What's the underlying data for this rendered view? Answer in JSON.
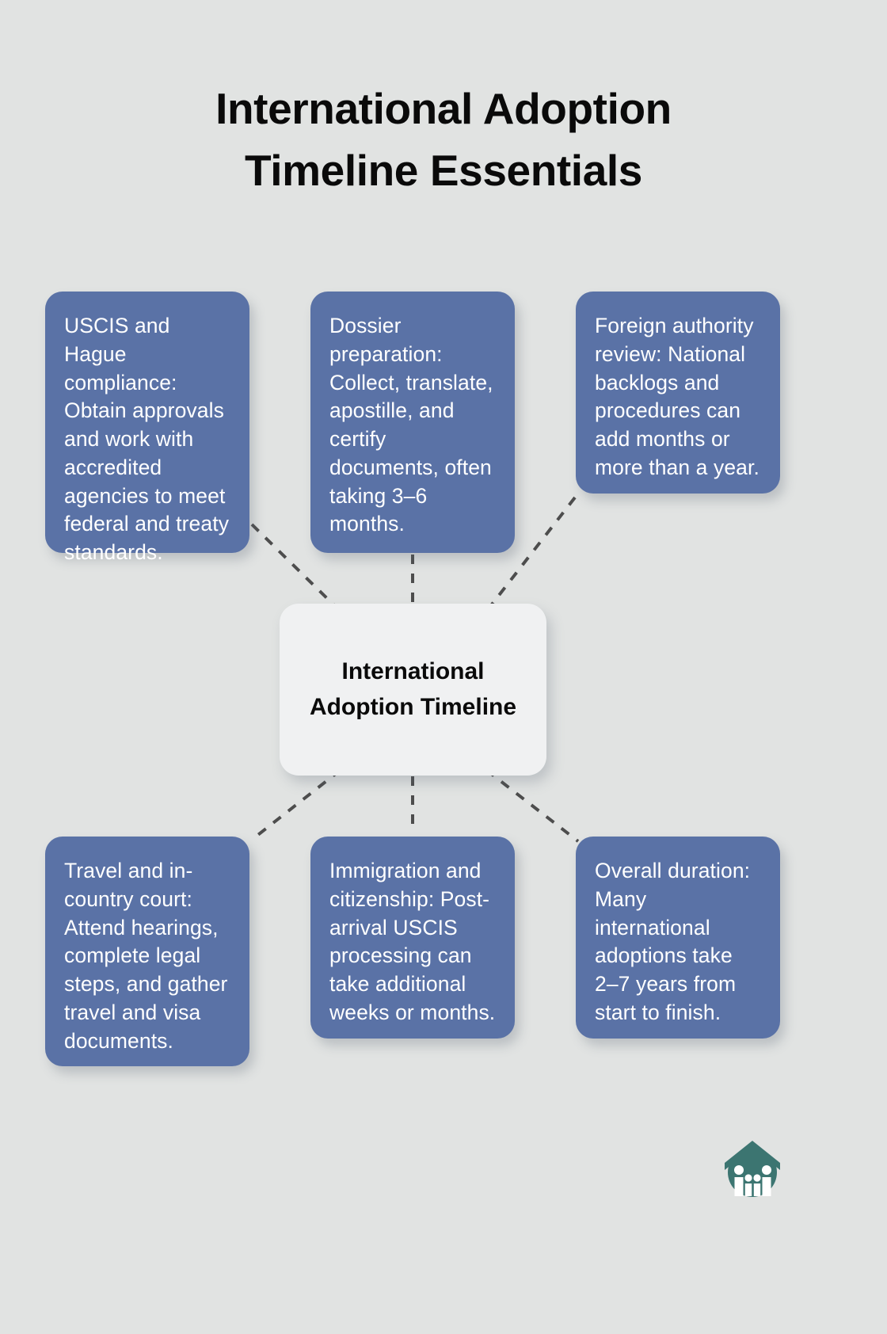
{
  "title": {
    "line1": "International Adoption",
    "line2": "Timeline Essentials"
  },
  "center": {
    "label": "International Adoption Timeline"
  },
  "colors": {
    "background": "#e1e3e2",
    "card": "#5a72a6",
    "card_text": "#ffffff",
    "center_card": "#f0f1f2",
    "center_text": "#0a0a0a",
    "title_text": "#0a0a0a",
    "connector": "#4d4d4d",
    "logo": "#3c7571"
  },
  "cards": [
    {
      "id": "uscis-hague-compliance",
      "text": "USCIS and Hague compliance: Obtain approvals and work with accredited agencies to meet federal and treaty standards."
    },
    {
      "id": "dossier-preparation",
      "text": "Dossier preparation: Collect, translate, apostille, and certify documents, often taking 3–6 months."
    },
    {
      "id": "foreign-authority-review",
      "text": "Foreign authority review: National backlogs and procedures can add months or more than a year."
    },
    {
      "id": "travel-and-in-country-court",
      "text": "Travel and in-country court: Attend hearings, complete legal steps, and gather travel and visa documents."
    },
    {
      "id": "immigration-and-citizenship",
      "text": "Immigration and citizenship: Post-arrival USCIS processing can take additional weeks or months."
    },
    {
      "id": "overall-duration",
      "text": "Overall duration: Many international adoptions take 2–7 years from start to finish."
    }
  ],
  "logo": {
    "name": "house-family-logo"
  }
}
